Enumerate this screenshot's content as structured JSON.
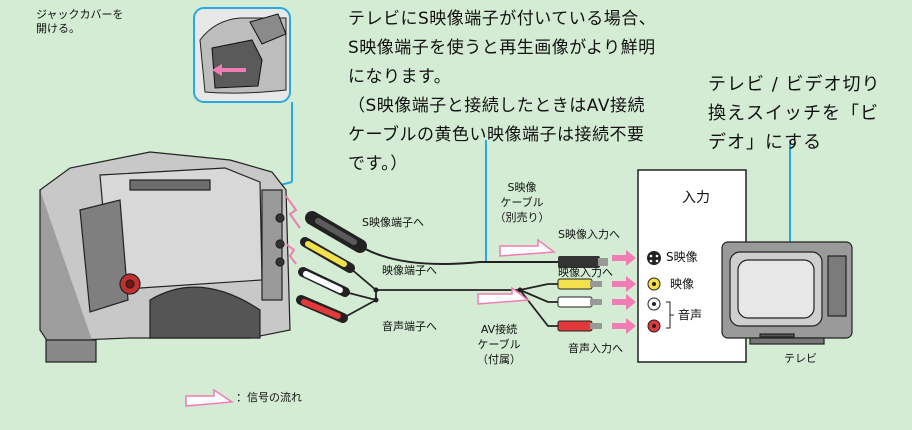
{
  "jack_cover_note": [
    "ジャックカバーを",
    "開ける。"
  ],
  "main_note": [
    "テレビにS映像端子が付いている場合、",
    "S映像端子を使うと再生画像がより鮮明",
    "になります。",
    "（S映像端子と接続したときはAV接続",
    "ケーブルの黄色い映像端子は接続不要",
    "です。）"
  ],
  "switch_note": [
    "テレビ / ビデオ切り",
    "換えスイッチを「ビ",
    "デオ」にする"
  ],
  "s_cable": [
    "S映像",
    "ケーブル",
    "（別売り）"
  ],
  "camera_labels": {
    "s_video_port": "S映像端子へ",
    "video_port": "映像端子へ",
    "audio_port": "音声端子へ"
  },
  "av_cable": [
    "AV接続",
    "ケーブル",
    "（付属）"
  ],
  "input_labels": {
    "s_video_in": "S映像入力へ",
    "video_in": "映像入力へ",
    "audio_in": "音声入力へ"
  },
  "tv_panel": {
    "title": "入力",
    "s_video": "S映像",
    "video": "映像",
    "audio": "音声"
  },
  "tv_label": "テレビ",
  "legend": "：信号の流れ",
  "colors": {
    "background": "#d4ecd4",
    "cyan_lines": "#29a9e1",
    "signal_arrow": "#f07cb4",
    "video_plug_yellow": "#f2e14a",
    "audio_plug_white": "#ffffff",
    "audio_plug_red": "#e23a3a"
  }
}
